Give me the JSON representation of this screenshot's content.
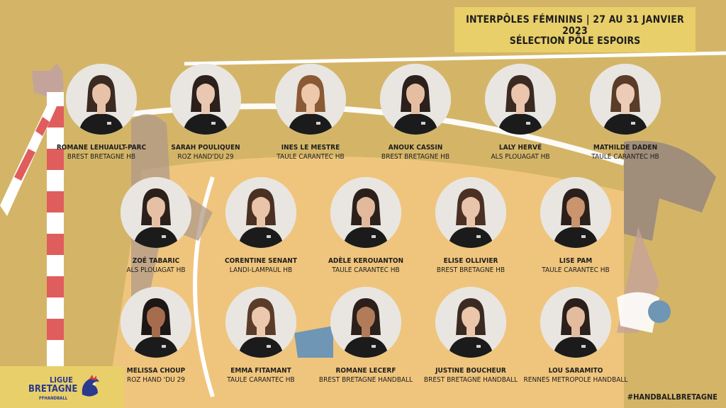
{
  "header": {
    "line1": "INTERPÔLES FÉMININS | 27 AU 31 JANVIER 2023",
    "line2": "SÉLECTION PÔLE ESPOIRS"
  },
  "players": [
    {
      "name": "ROMANE LEHUAULT-PARC",
      "club": "BREST BRETAGNE HB"
    },
    {
      "name": "SARAH POULIQUEN",
      "club": "ROZ HAND'DU 29"
    },
    {
      "name": "INES LE MESTRE",
      "club": "TAULE CARANTEC HB"
    },
    {
      "name": "ANOUK CASSIN",
      "club": "BREST BRETAGNE HB"
    },
    {
      "name": "LALY HERVÉ",
      "club": "ALS PLOUAGAT HB"
    },
    {
      "name": "MATHILDE DADEN",
      "club": "TAULE CARANTEC HB"
    },
    {
      "name": "ZOÉ TABARIC",
      "club": "ALS PLOUAGAT HB"
    },
    {
      "name": "CORENTINE SENANT",
      "club": "LANDI-LAMPAUL HB"
    },
    {
      "name": "ADÈLE KEROUANTON",
      "club": "TAULE CARANTEC HB"
    },
    {
      "name": "ELISE OLLIVIER",
      "club": "BREST BRETAGNE HB"
    },
    {
      "name": "LISE PAM",
      "club": "TAULE CARANTEC HB"
    },
    {
      "name": "MELISSA CHOUP",
      "club": "ROZ HAND 'DU 29"
    },
    {
      "name": "EMMA FITAMANT",
      "club": "TAULE CARANTEC HB"
    },
    {
      "name": "ROMANE LECERF",
      "club": "BREST BRETAGNE HANDBALL"
    },
    {
      "name": "JUSTINE BOUCHEUR",
      "club": "BREST BRETAGNE HANDBALL"
    },
    {
      "name": "LOU SARAMITO",
      "club": "RENNES METROPOLE HANDBALL"
    }
  ],
  "logo": {
    "line1": "LIGUE",
    "line2": "BRETAGNE",
    "line3": "FFHANDBALL"
  },
  "hashtag": "#HANDBALLBRETAGNE",
  "colors": {
    "background": "#d4b568",
    "court": "#efc57d",
    "banner": "#e8cf6a",
    "text": "#1e1e1e",
    "brand_blue": "#2b3a8c",
    "brand_red": "#d83a3a"
  }
}
